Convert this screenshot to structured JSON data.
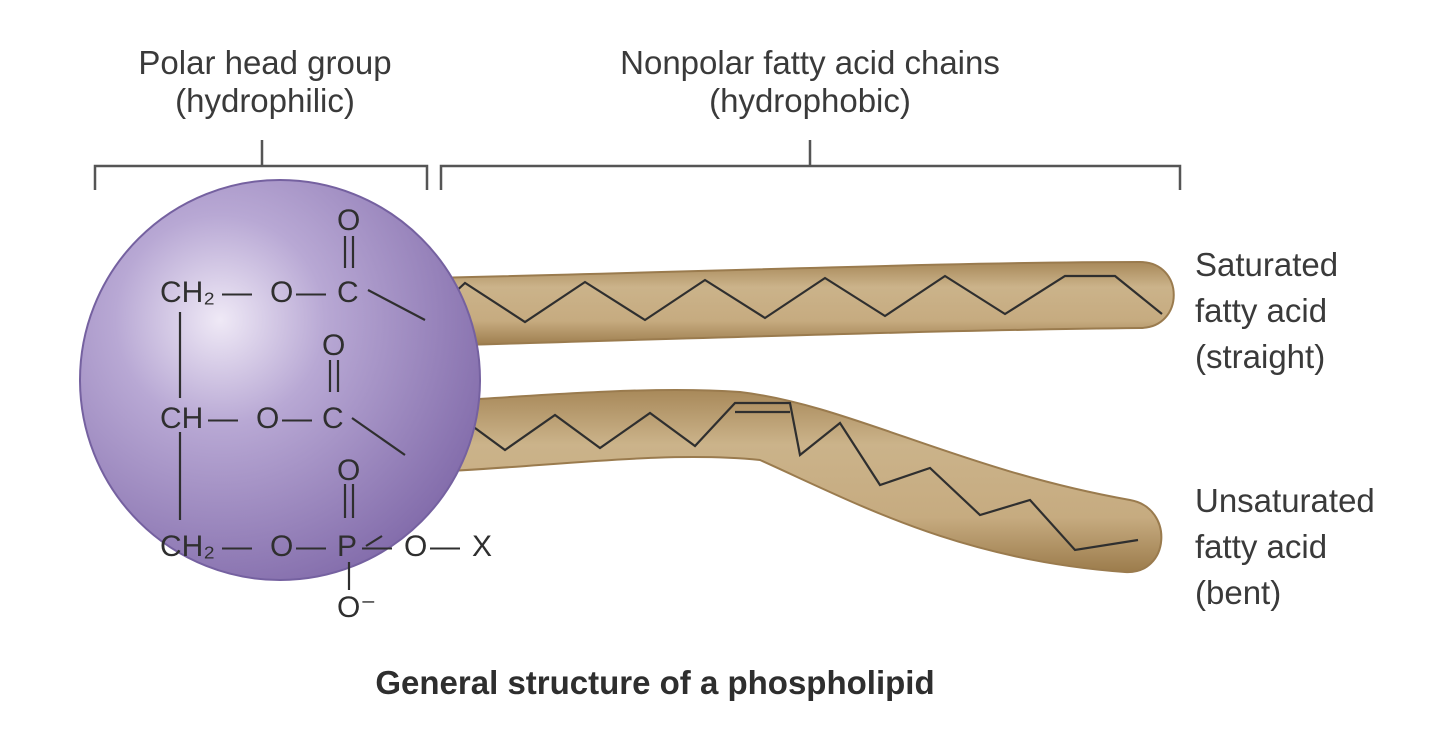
{
  "header": {
    "polar_title": "Polar head group",
    "polar_sub": "(hydrophilic)",
    "nonpolar_title": "Nonpolar fatty acid chains",
    "nonpolar_sub": "(hydrophobic)"
  },
  "chains": {
    "saturated_1": "Saturated",
    "saturated_2": "fatty acid",
    "saturated_3": "(straight)",
    "unsaturated_1": "Unsaturated",
    "unsaturated_2": "fatty acid",
    "unsaturated_3": "(bent)"
  },
  "head": {
    "row1": {
      "group": "CH₂",
      "dash1": "—",
      "o": "O",
      "dash2": "—",
      "c": "C"
    },
    "row2": {
      "group": "CH",
      "dash1": "—",
      "o": "O",
      "dash2": "—",
      "c": "C"
    },
    "row3": {
      "group": "CH₂",
      "dash1": "—",
      "o": "O",
      "dash2": "—",
      "p": "P",
      "dash3": "—",
      "o2": "O",
      "dash4": "—",
      "x": "X"
    },
    "carbonyl_o1": "O",
    "carbonyl_o2": "O",
    "phosphate_o": "O",
    "phosphate_o_minus": "O⁻"
  },
  "caption": "General structure of a phospholipid",
  "colors": {
    "head_fill": "#9a86bd",
    "tail_fill": "#c4a97e",
    "tail_edge": "#a88a5c",
    "line": "#2f2f2f"
  }
}
